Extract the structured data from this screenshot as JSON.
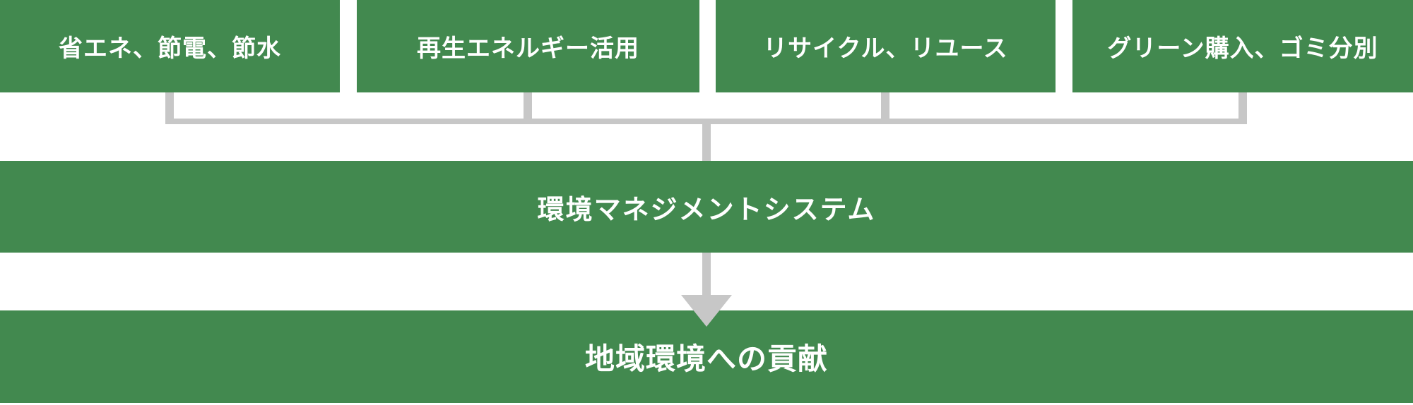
{
  "palette": {
    "green": "#42894F",
    "connector_gray": "#C7C7C7",
    "text_white": "#FFFFFF"
  },
  "diagram": {
    "top_boxes": [
      {
        "label": "省エネ、節電、節水"
      },
      {
        "label": "再生エネルギー活用"
      },
      {
        "label": "リサイクル、リユース"
      },
      {
        "label": "グリーン購入、ゴミ分別"
      }
    ],
    "middle_bar": {
      "label": "環境マネジメントシステム"
    },
    "bottom_bar": {
      "label": "地域環境への貢献"
    }
  }
}
